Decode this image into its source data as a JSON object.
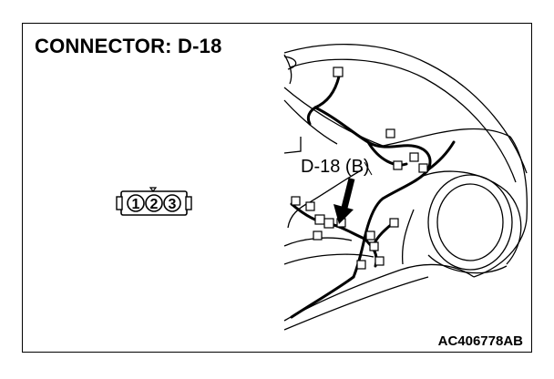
{
  "title": "CONNECTOR: D-18",
  "connector": {
    "pins": [
      "1",
      "2",
      "3"
    ]
  },
  "callout": {
    "label": "D-18 (B)"
  },
  "figure_code": "AC406778AB"
}
